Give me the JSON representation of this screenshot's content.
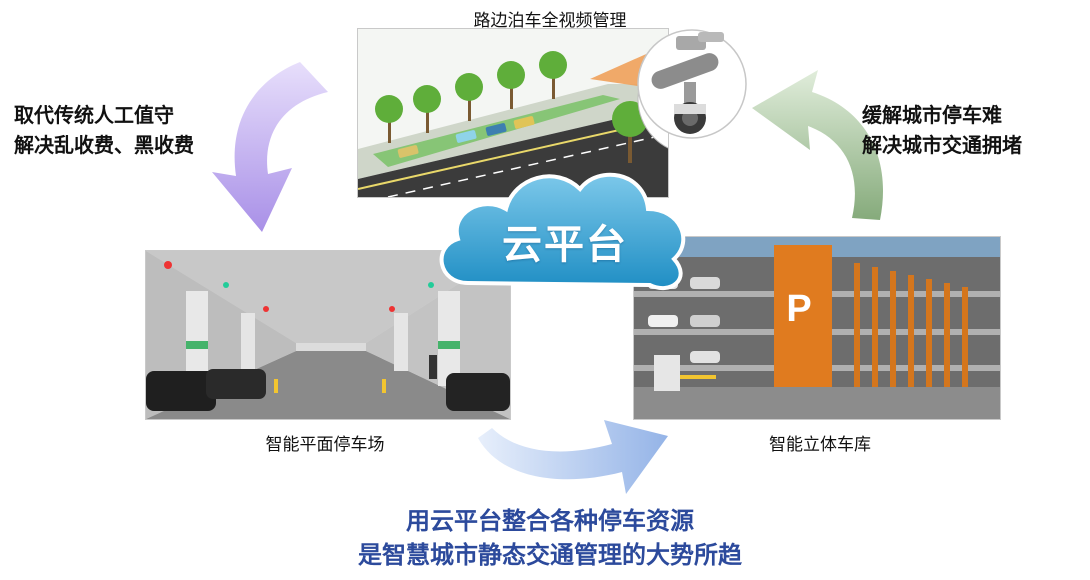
{
  "top_panel": {
    "caption": "路边泊车全视频管理"
  },
  "left_panel": {
    "caption": "智能平面停车场"
  },
  "right_panel": {
    "caption": "智能立体车库",
    "sign": "P"
  },
  "cloud": {
    "label": "云平台"
  },
  "left_note": {
    "line1": "取代传统人工值守",
    "line2": "解决乱收费、黑收费"
  },
  "right_note": {
    "line1": "缓解城市停车难",
    "line2": "解决城市交通拥堵"
  },
  "bottom_note": {
    "line1": "用云平台整合各种停车资源",
    "line2": "是智慧城市静态交通管理的大势所趋"
  },
  "colors": {
    "left_arrow": "#b7a3ee",
    "right_arrow": "#9fbf94",
    "bottom_arrow": "#a9c1ea",
    "cloud": "#37a7d6",
    "bottom_text": "#2c4a9c",
    "garage_orange": "#e07b1f"
  }
}
